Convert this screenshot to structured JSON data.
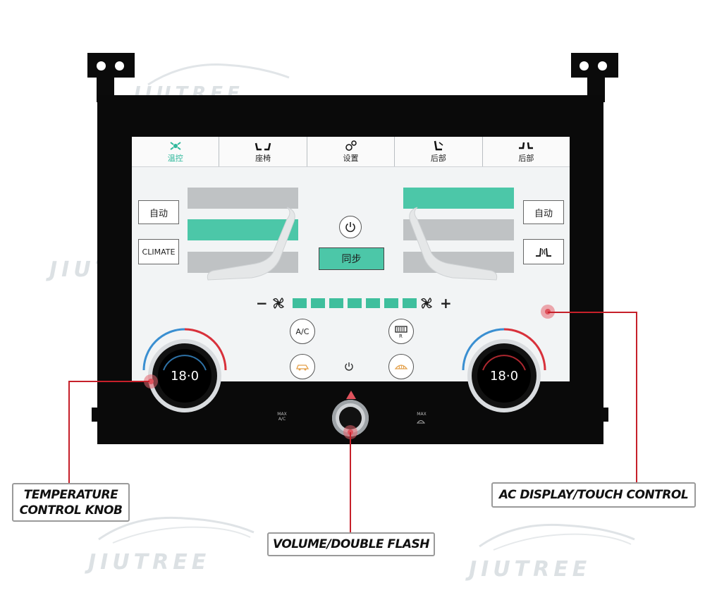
{
  "watermark": {
    "text": "JIUTREE"
  },
  "tabs": [
    {
      "label": "温控",
      "icon": "fan-climate-icon",
      "active": true
    },
    {
      "label": "座椅",
      "icon": "seats-icon",
      "active": false
    },
    {
      "label": "设置",
      "icon": "settings-icon",
      "active": false
    },
    {
      "label": "后部",
      "icon": "rear-seat-icon",
      "active": false
    },
    {
      "label": "后部",
      "icon": "rear-seats-icon",
      "active": false
    }
  ],
  "left_controls": {
    "auto_label": "自动",
    "climate_label": "CLIMATE"
  },
  "right_controls": {
    "auto_label": "自动",
    "seat_heat_icon": "seat-heat-icon"
  },
  "center": {
    "power_icon": "power-icon",
    "sync_label": "同步"
  },
  "fan": {
    "minus": "−",
    "plus": "+",
    "level": 7,
    "max_level": 7
  },
  "buttons": {
    "ac_label": "A/C",
    "rear_defrost_label": "R"
  },
  "knobs": {
    "left_temp": "18·0",
    "right_temp": "18·0"
  },
  "physical_labels": {
    "max_ac": "MAX\nA/C",
    "max_defrost": "MAX"
  },
  "callouts": {
    "temp_knob": "TEMPERATURE\nCONTROL KNOB",
    "ac_display": "AC DISPLAY/TOUCH CONTROL",
    "volume": "VOLUME/DOUBLE FLASH"
  },
  "colors": {
    "accent_teal": "#3fbf9d",
    "callout_red": "#c6202a",
    "device": "#0a0a0a"
  }
}
